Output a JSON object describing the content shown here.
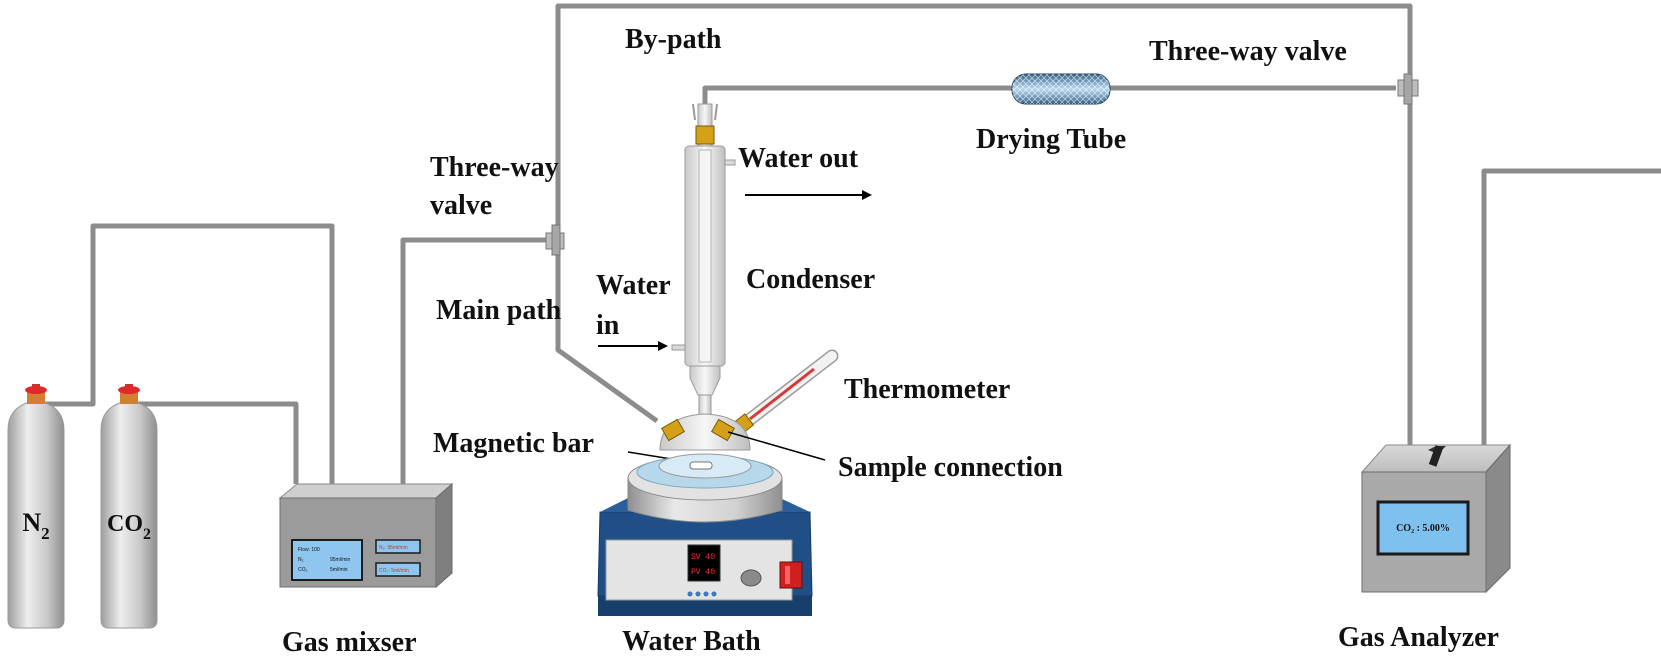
{
  "labels": {
    "by_path": "By-path",
    "three_way_valve_top": "Three-way valve",
    "three_way_valve_left_1": "Three-way",
    "three_way_valve_left_2": "valve",
    "drying_tube": "Drying Tube",
    "water_out": "Water out",
    "water_in_1": "Water",
    "water_in_2": "in",
    "main_path": "Main path",
    "condenser": "Condenser",
    "thermometer": "Thermometer",
    "magnetic_bar": "Magnetic bar",
    "sample_connection": "Sample connection",
    "gas_mixer": "Gas mixser",
    "water_bath": "Water Bath",
    "gas_analyzer": "Gas Analyzer"
  },
  "cylinders": {
    "n2": {
      "main": "N",
      "sub": "2"
    },
    "co2": {
      "main": "CO",
      "sub": "2"
    }
  },
  "gas_mixer_screen": {
    "line1": "Flow: 100",
    "line2_name": "N₂",
    "line2_val": "95ml/min",
    "line3_name": "CO₂",
    "line3_val": "5ml/min",
    "box1": "N₂: 95ml/min",
    "box2": "CO₂: 5ml/min"
  },
  "water_bath_display": {
    "sv": "SV  40",
    "pv": "PV  40"
  },
  "analyzer_display": "CO₂ : 5.00%",
  "colors": {
    "pipe": "#8c8c8c",
    "cylinder": "#c9c9c9",
    "valve_red": "#e02a2a",
    "bath_blue": "#1f4f86",
    "display_blue": "#6fb4e6"
  }
}
